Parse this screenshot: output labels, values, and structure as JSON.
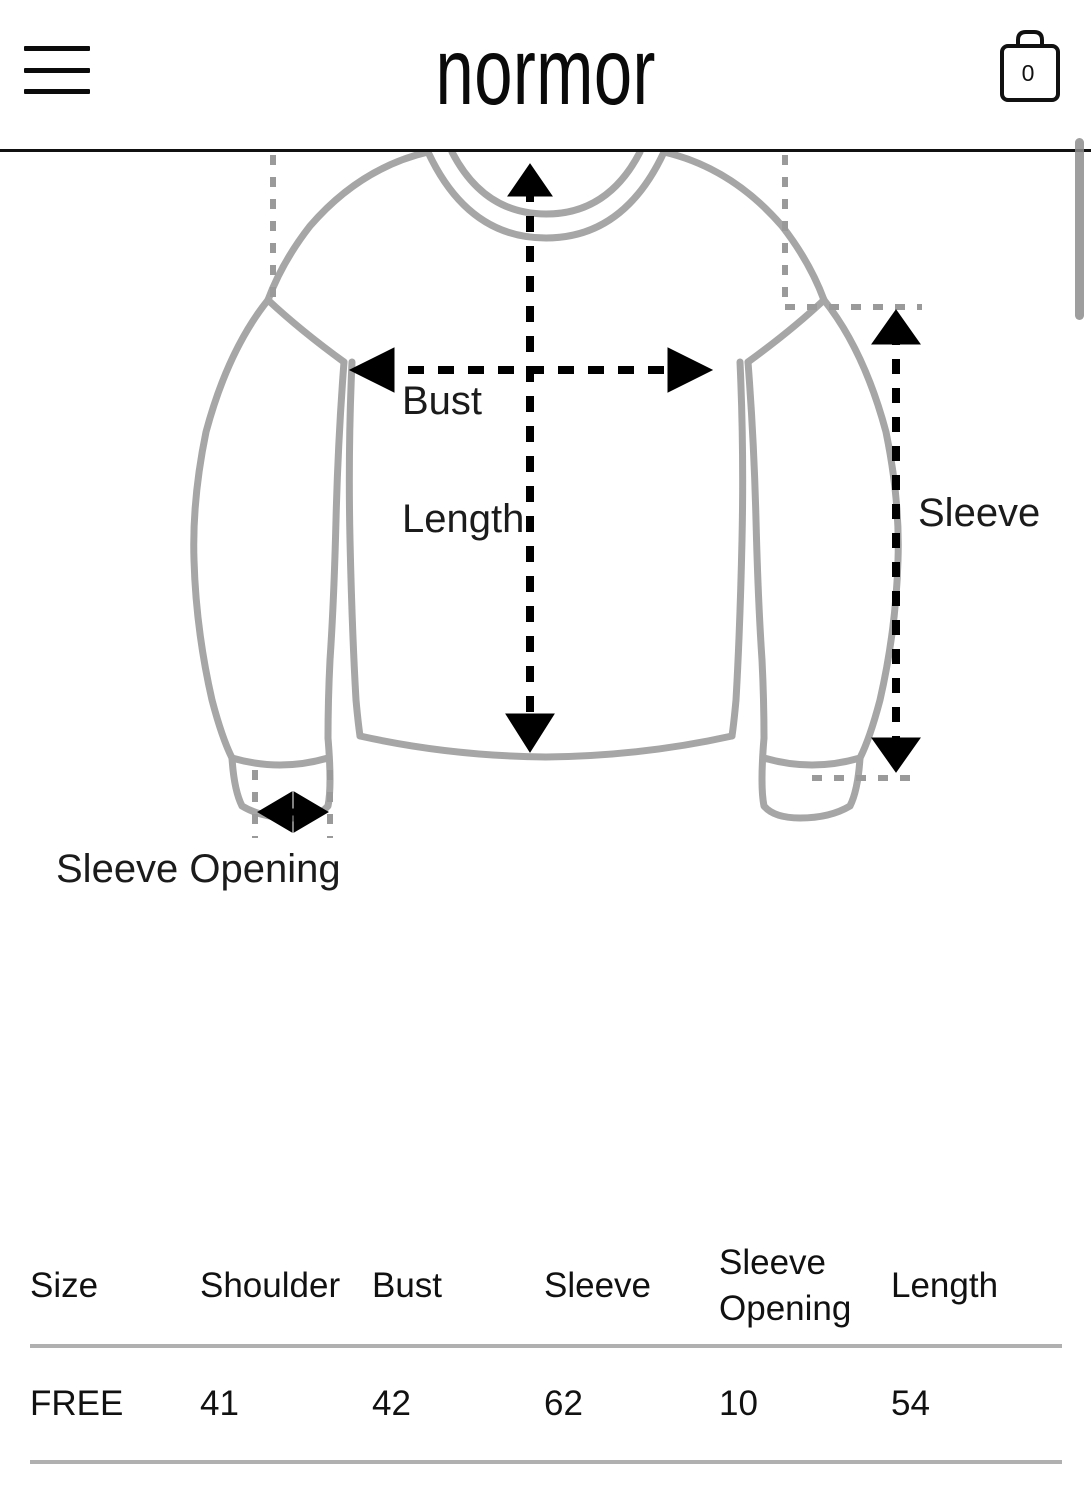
{
  "header": {
    "menu_icon": "hamburger-menu-icon",
    "logo_text": "normor",
    "cart_icon": "shopping-bag-icon",
    "cart_count": "0"
  },
  "diagram": {
    "alt": "sweatshirt-measurement-diagram",
    "labels": {
      "bust": "Bust",
      "length": "Length",
      "sleeve": "Sleeve",
      "sleeve_opening": "Sleeve Opening"
    },
    "colors": {
      "garment_outline": "#a6a6a6",
      "measure_arrow": "#000000",
      "guide_dash": "#9a9a9a"
    }
  },
  "size_table": {
    "headers": [
      "Size",
      "Shoulder",
      "Bust",
      "Sleeve",
      "Sleeve Opening",
      "Length"
    ],
    "rows": [
      {
        "size": "FREE",
        "shoulder": "41",
        "bust": "42",
        "sleeve": "62",
        "sleeve_opening": "10",
        "length": "54"
      }
    ]
  }
}
